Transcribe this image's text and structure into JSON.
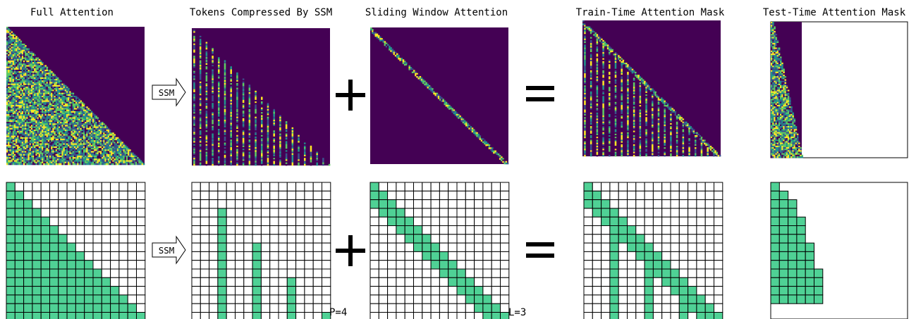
{
  "titles": {
    "full": "Full Attention",
    "ssm": "Tokens Compressed By SSM",
    "sliding": "Sliding Window Attention",
    "train": "Train-Time Attention Mask",
    "test": "Test-Time Attention Mask"
  },
  "arrows": {
    "top": "SSM",
    "bottom": "SSM"
  },
  "param_labels": {
    "ssm": "P=4",
    "sliding": "L=3"
  },
  "colors": {
    "mask_purple": "#440154",
    "grid_green": "#4fd195",
    "grid_line": "#000000",
    "viridis": [
      "#440154",
      "#3b528b",
      "#21918c",
      "#5ec962",
      "#fde725"
    ]
  },
  "grids": {
    "n": 16,
    "ssm_period": 4,
    "window": 3
  }
}
